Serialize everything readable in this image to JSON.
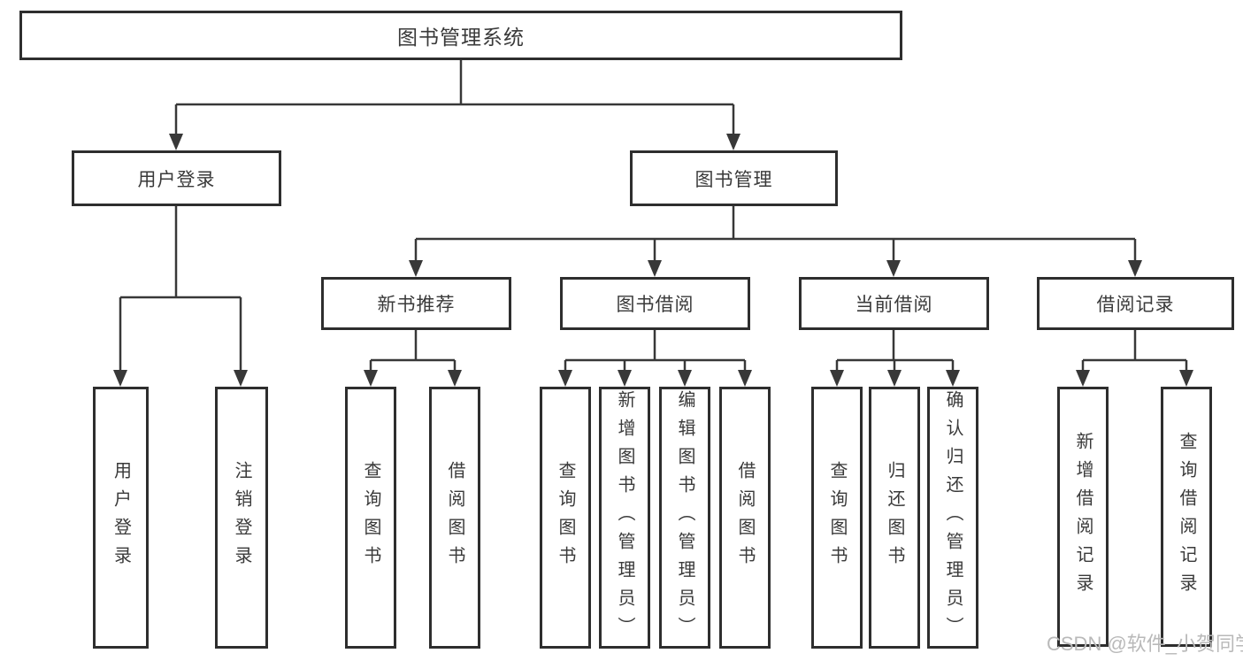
{
  "diagram_title": "图书管理系统",
  "tree": {
    "label": "图书管理系统",
    "children": [
      {
        "label": "用户登录",
        "children": [
          {
            "label": "用户登录"
          },
          {
            "label": "注销登录"
          }
        ]
      },
      {
        "label": "图书管理",
        "children": [
          {
            "label": "新书推荐",
            "children": [
              {
                "label": "查询图书"
              },
              {
                "label": "借阅图书"
              }
            ]
          },
          {
            "label": "图书借阅",
            "children": [
              {
                "label": "查询图书"
              },
              {
                "label": "新增图书（管理员）"
              },
              {
                "label": "编辑图书（管理员）"
              },
              {
                "label": "借阅图书"
              }
            ]
          },
          {
            "label": "当前借阅",
            "children": [
              {
                "label": "查询图书"
              },
              {
                "label": "归还图书"
              },
              {
                "label": "确认归还（管理员）"
              }
            ]
          },
          {
            "label": "借阅记录",
            "children": [
              {
                "label": "新增借阅记录"
              },
              {
                "label": "查询借阅记录"
              }
            ]
          }
        ]
      }
    ]
  },
  "watermark": "CSDN @软件_小贺同学",
  "colors": {
    "line": "#383838",
    "box_border": "#2e2e2e",
    "text": "#3a3a3a",
    "watermark": "#b9b9b9",
    "background": "#ffffff"
  }
}
